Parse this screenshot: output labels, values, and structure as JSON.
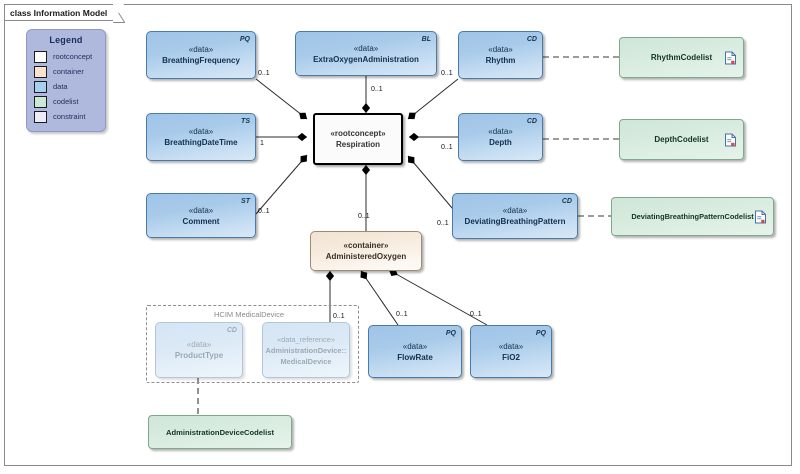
{
  "diagram": {
    "frame_title": "class Information Model",
    "background": "#ffffff",
    "frame_border": "#8a8a8a"
  },
  "legend": {
    "title": "Legend",
    "items": [
      {
        "label": "rootconcept",
        "color": "#ffffff"
      },
      {
        "label": "container",
        "color": "#fae3cd"
      },
      {
        "label": "data",
        "color": "#a9cfee"
      },
      {
        "label": "codelist",
        "color": "#c9e8d5"
      },
      {
        "label": "constraint",
        "color": "#ebecf7"
      }
    ]
  },
  "nodes": {
    "breathing_frequency": {
      "stereotype": "«data»",
      "name": "BreathingFrequency",
      "corner": "PQ",
      "kind": "data"
    },
    "extra_oxygen": {
      "stereotype": "«data»",
      "name": "ExtraOxygenAdministration",
      "corner": "BL",
      "kind": "data"
    },
    "rhythm": {
      "stereotype": "«data»",
      "name": "Rhythm",
      "corner": "CD",
      "kind": "data"
    },
    "breathing_datetime": {
      "stereotype": "«data»",
      "name": "BreathingDateTime",
      "corner": "TS",
      "kind": "data"
    },
    "depth": {
      "stereotype": "«data»",
      "name": "Depth",
      "corner": "CD",
      "kind": "data"
    },
    "comment": {
      "stereotype": "«data»",
      "name": "Comment",
      "corner": "ST",
      "kind": "data"
    },
    "deviating_pattern": {
      "stereotype": "«data»",
      "name": "DeviatingBreathingPattern",
      "corner": "CD",
      "kind": "data"
    },
    "respiration": {
      "stereotype": "«rootconcept»",
      "name": "Respiration",
      "kind": "rootconcept"
    },
    "administered_oxygen": {
      "stereotype": "«container»",
      "name": "AdministeredOxygen",
      "kind": "container"
    },
    "product_type": {
      "stereotype": "«data»",
      "name": "ProductType",
      "corner": "CD",
      "kind": "data"
    },
    "medical_device": {
      "stereotype": "«data_reference»",
      "name_line1": "AdministrationDevice::",
      "name_line2": "MedicalDevice",
      "kind": "data"
    },
    "flow_rate": {
      "stereotype": "«data»",
      "name": "FlowRate",
      "corner": "PQ",
      "kind": "data"
    },
    "fio2": {
      "stereotype": "«data»",
      "name": "FiO2",
      "corner": "PQ",
      "kind": "data"
    },
    "rhythm_codelist": {
      "name": "RhythmCodelist",
      "kind": "codelist"
    },
    "depth_codelist": {
      "name": "DepthCodelist",
      "kind": "codelist"
    },
    "deviating_codelist": {
      "name": "DeviatingBreathingPatternCodelist",
      "kind": "codelist"
    },
    "admin_device_codelist": {
      "name": "AdministrationDeviceCodelist",
      "kind": "codelist"
    }
  },
  "groups": {
    "hcim_medical_device": {
      "label": "HCIM MedicalDevice"
    }
  },
  "multiplicities": {
    "breathing_frequency_to_respiration": "0..1",
    "extra_oxygen_to_respiration": "0..1",
    "rhythm_to_respiration": "0..1",
    "breathing_datetime_to_respiration": "1",
    "depth_to_respiration": "0..1",
    "comment_to_respiration": "0..1",
    "deviating_pattern_to_respiration": "0..1",
    "administered_oxygen_to_respiration": "0..1",
    "medical_device_to_administered_oxygen": "0..1",
    "flow_rate_to_administered_oxygen": "0..1",
    "fio2_to_administered_oxygen": "0..1"
  },
  "icons": {
    "document": "document-icon"
  }
}
